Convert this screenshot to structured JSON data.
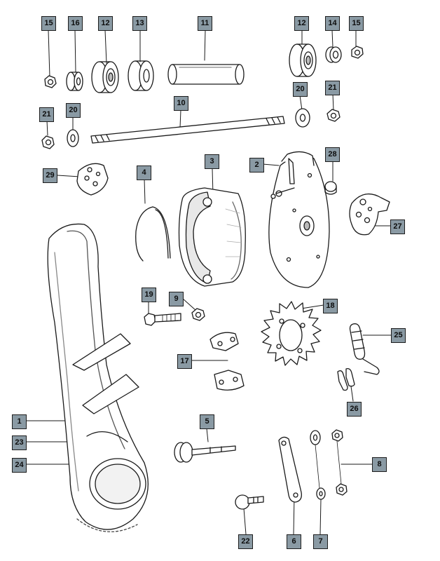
{
  "callouts": [
    {
      "id": "c15a",
      "label": "15"
    },
    {
      "id": "c16",
      "label": "16"
    },
    {
      "id": "c12a",
      "label": "12"
    },
    {
      "id": "c13",
      "label": "13"
    },
    {
      "id": "c11",
      "label": "11"
    },
    {
      "id": "c12b",
      "label": "12"
    },
    {
      "id": "c14",
      "label": "14"
    },
    {
      "id": "c15b",
      "label": "15"
    },
    {
      "id": "c21a",
      "label": "21"
    },
    {
      "id": "c20a",
      "label": "20"
    },
    {
      "id": "c10",
      "label": "10"
    },
    {
      "id": "c20b",
      "label": "20"
    },
    {
      "id": "c21b",
      "label": "21"
    },
    {
      "id": "c29",
      "label": "29"
    },
    {
      "id": "c4",
      "label": "4"
    },
    {
      "id": "c3",
      "label": "3"
    },
    {
      "id": "c2",
      "label": "2"
    },
    {
      "id": "c28",
      "label": "28"
    },
    {
      "id": "c27",
      "label": "27"
    },
    {
      "id": "c19",
      "label": "19"
    },
    {
      "id": "c9",
      "label": "9"
    },
    {
      "id": "c18",
      "label": "18"
    },
    {
      "id": "c25",
      "label": "25"
    },
    {
      "id": "c17",
      "label": "17"
    },
    {
      "id": "c26",
      "label": "26"
    },
    {
      "id": "c1",
      "label": "1"
    },
    {
      "id": "c5",
      "label": "5"
    },
    {
      "id": "c23",
      "label": "23"
    },
    {
      "id": "c24",
      "label": "24"
    },
    {
      "id": "c8",
      "label": "8"
    },
    {
      "id": "c22",
      "label": "22"
    },
    {
      "id": "c6",
      "label": "6"
    },
    {
      "id": "c7",
      "label": "7"
    }
  ]
}
